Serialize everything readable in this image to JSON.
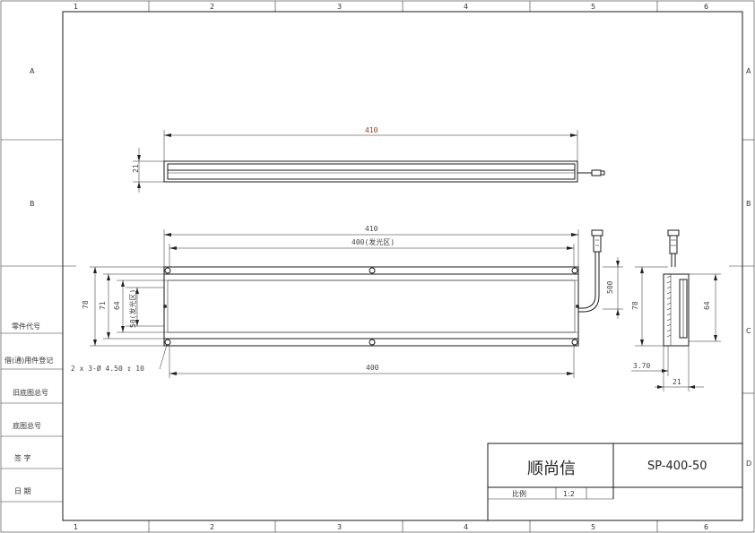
{
  "frame": {
    "column_numbers": [
      "1",
      "2",
      "3",
      "4",
      "5",
      "6"
    ],
    "row_letters": [
      "A",
      "B",
      "C",
      "D"
    ]
  },
  "side_table": {
    "rows": [
      "零件代号",
      "借(通)用件登记",
      "旧底图总号",
      "底图总号",
      "签 字",
      "日 期"
    ]
  },
  "dimensions": {
    "top_length": "410",
    "top_height": "21",
    "front_length": "410",
    "emitting_length": "400(发光区)",
    "height_outer": "78",
    "height_71": "71",
    "height_64": "64",
    "emitting_width": "50(发光区)",
    "holes_note": "2 x 3-Ø 4.50 ↧ 10",
    "bottom_length": "400",
    "cable_length": "500",
    "side_height": "78",
    "side_height_64": "64",
    "side_offset": "3.70",
    "side_width": "21"
  },
  "title_block": {
    "company": "顺尚信",
    "model": "SP-400-50",
    "scale_label": "比例",
    "scale_value": "1:2"
  }
}
